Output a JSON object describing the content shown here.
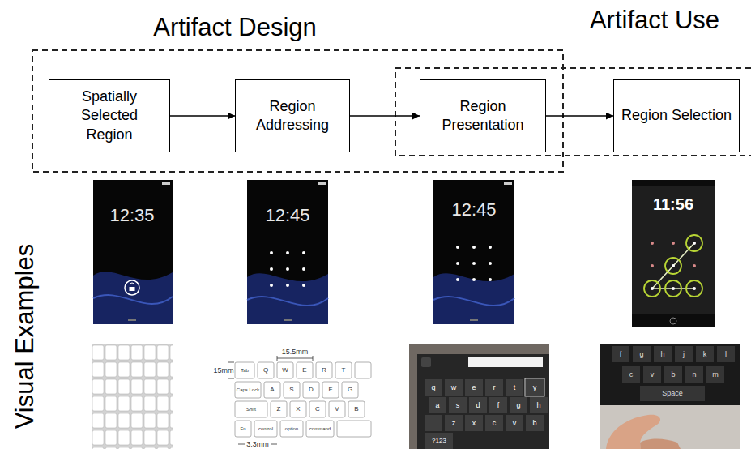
{
  "diagram": {
    "nodes": [
      {
        "text": [
          "Spatially Selected Region"
        ]
      },
      {
        "text": [
          "Region Addressing"
        ]
      },
      {
        "text": [
          "Region Presentation"
        ]
      },
      {
        "text": [
          "Region Selection"
        ]
      }
    ],
    "edges": [
      {
        "from": 0,
        "to": 1,
        "arrow": "to"
      },
      {
        "from": 1,
        "to": 2,
        "arrow": "to"
      },
      {
        "from": 2,
        "to": 3,
        "arrow": "to"
      }
    ],
    "labels": [
      "Artifact Design",
      "Artifact Use",
      "Visual Examples",
      "12:35",
      "12:45",
      "12:45",
      "11:56",
      "15.5mm",
      "15mm",
      "3.3mm",
      "Tab",
      "Q",
      "W",
      "E",
      "R",
      "T",
      "Caps Lock",
      "A",
      "S",
      "D",
      "F",
      "G",
      "Shift",
      "Z",
      "X",
      "C",
      "V",
      "B",
      "Fn",
      "control",
      "option",
      "command",
      "q",
      "w",
      "e",
      "r",
      "t",
      "y",
      "a",
      "s",
      "d",
      "f",
      "g",
      "h",
      "z",
      "x",
      "c",
      "v",
      "b",
      "?123",
      "f",
      "g",
      "h",
      "j",
      "k",
      "l",
      "c",
      "v",
      "b",
      "n",
      "m",
      "Space"
    ]
  }
}
